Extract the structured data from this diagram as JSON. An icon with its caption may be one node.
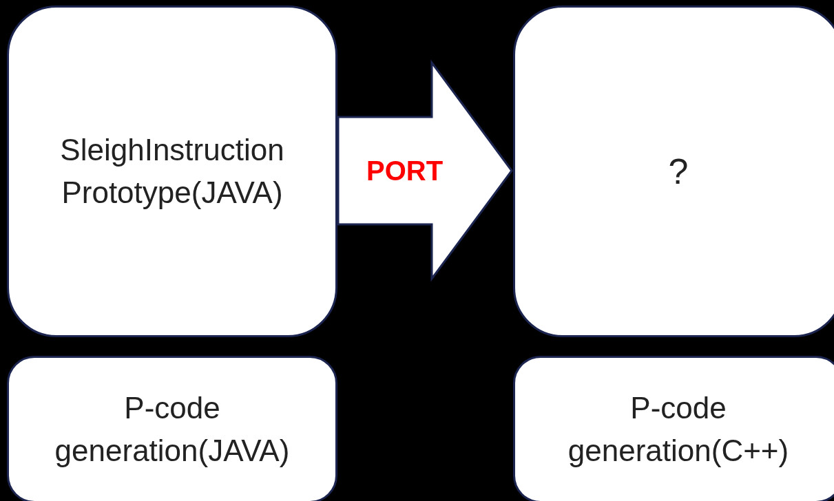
{
  "diagram": {
    "nodes": [
      {
        "text": [
          "SleighInstruction Prototype(JAVA)"
        ]
      },
      {
        "text": [
          "?"
        ]
      },
      {
        "text": [
          "P-code generation(JAVA)"
        ]
      },
      {
        "text": [
          "P-code generation(C++)"
        ]
      }
    ],
    "edges": [
      {
        "from": 0,
        "to": 1,
        "arrow": "to",
        "label": "PORT",
        "style": "thick",
        "color": "#ff0000"
      }
    ]
  }
}
